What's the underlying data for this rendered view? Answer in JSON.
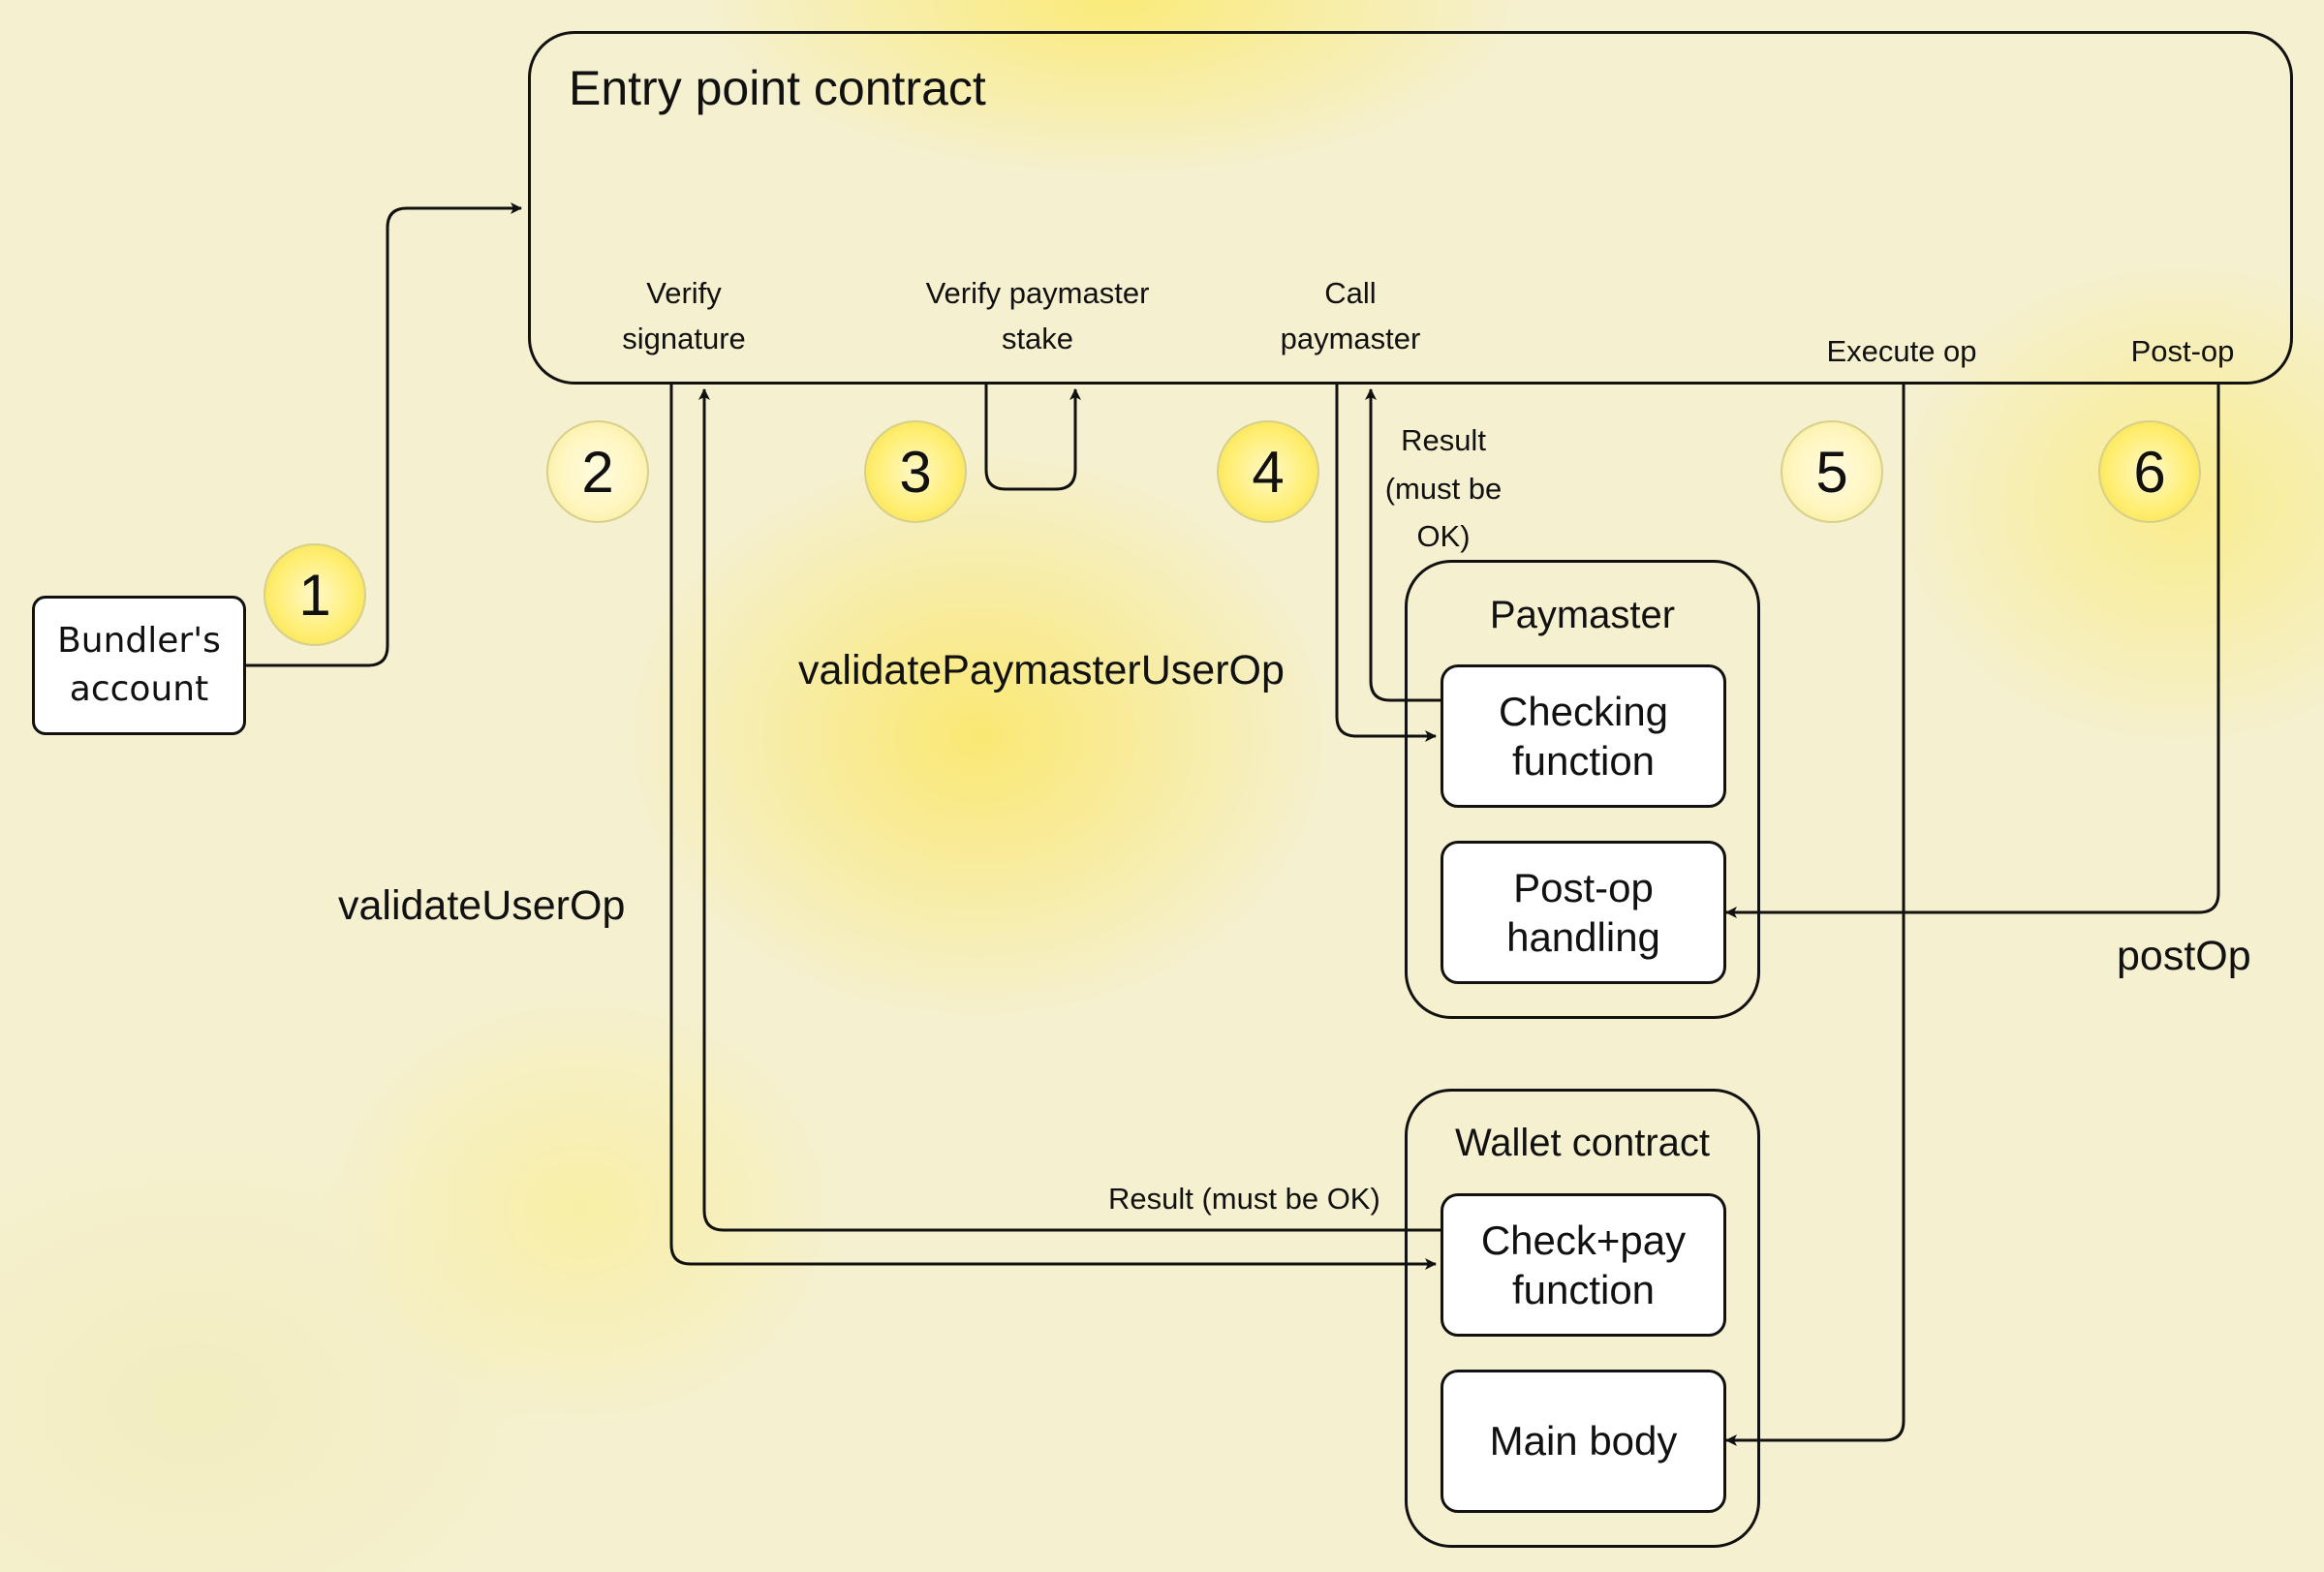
{
  "entry_point": {
    "title": "Entry point contract",
    "verify_signature": [
      "Verify",
      "signature"
    ],
    "verify_paymaster_stake": [
      "Verify paymaster",
      "stake"
    ],
    "call_paymaster": [
      "Call",
      "paymaster"
    ],
    "execute_op": "Execute op",
    "post_op": "Post-op"
  },
  "steps": [
    "1",
    "2",
    "3",
    "4",
    "5",
    "6"
  ],
  "bundler": [
    "Bundler's",
    "account"
  ],
  "paymaster": {
    "title": "Paymaster",
    "checking_function": [
      "Checking",
      "function"
    ],
    "post_op_handling": [
      "Post-op",
      "handling"
    ]
  },
  "wallet": {
    "title": "Wallet contract",
    "check_pay_function": [
      "Check+pay",
      "function"
    ],
    "main_body": "Main body"
  },
  "edge_labels": {
    "result_paymaster": [
      "Result",
      "(must be",
      "OK)"
    ],
    "validate_paymaster_user_op": "validatePaymasterUserOp",
    "validate_user_op": "validateUserOp",
    "result_wallet": "Result (must be OK)",
    "post_op_call": "postOp"
  }
}
